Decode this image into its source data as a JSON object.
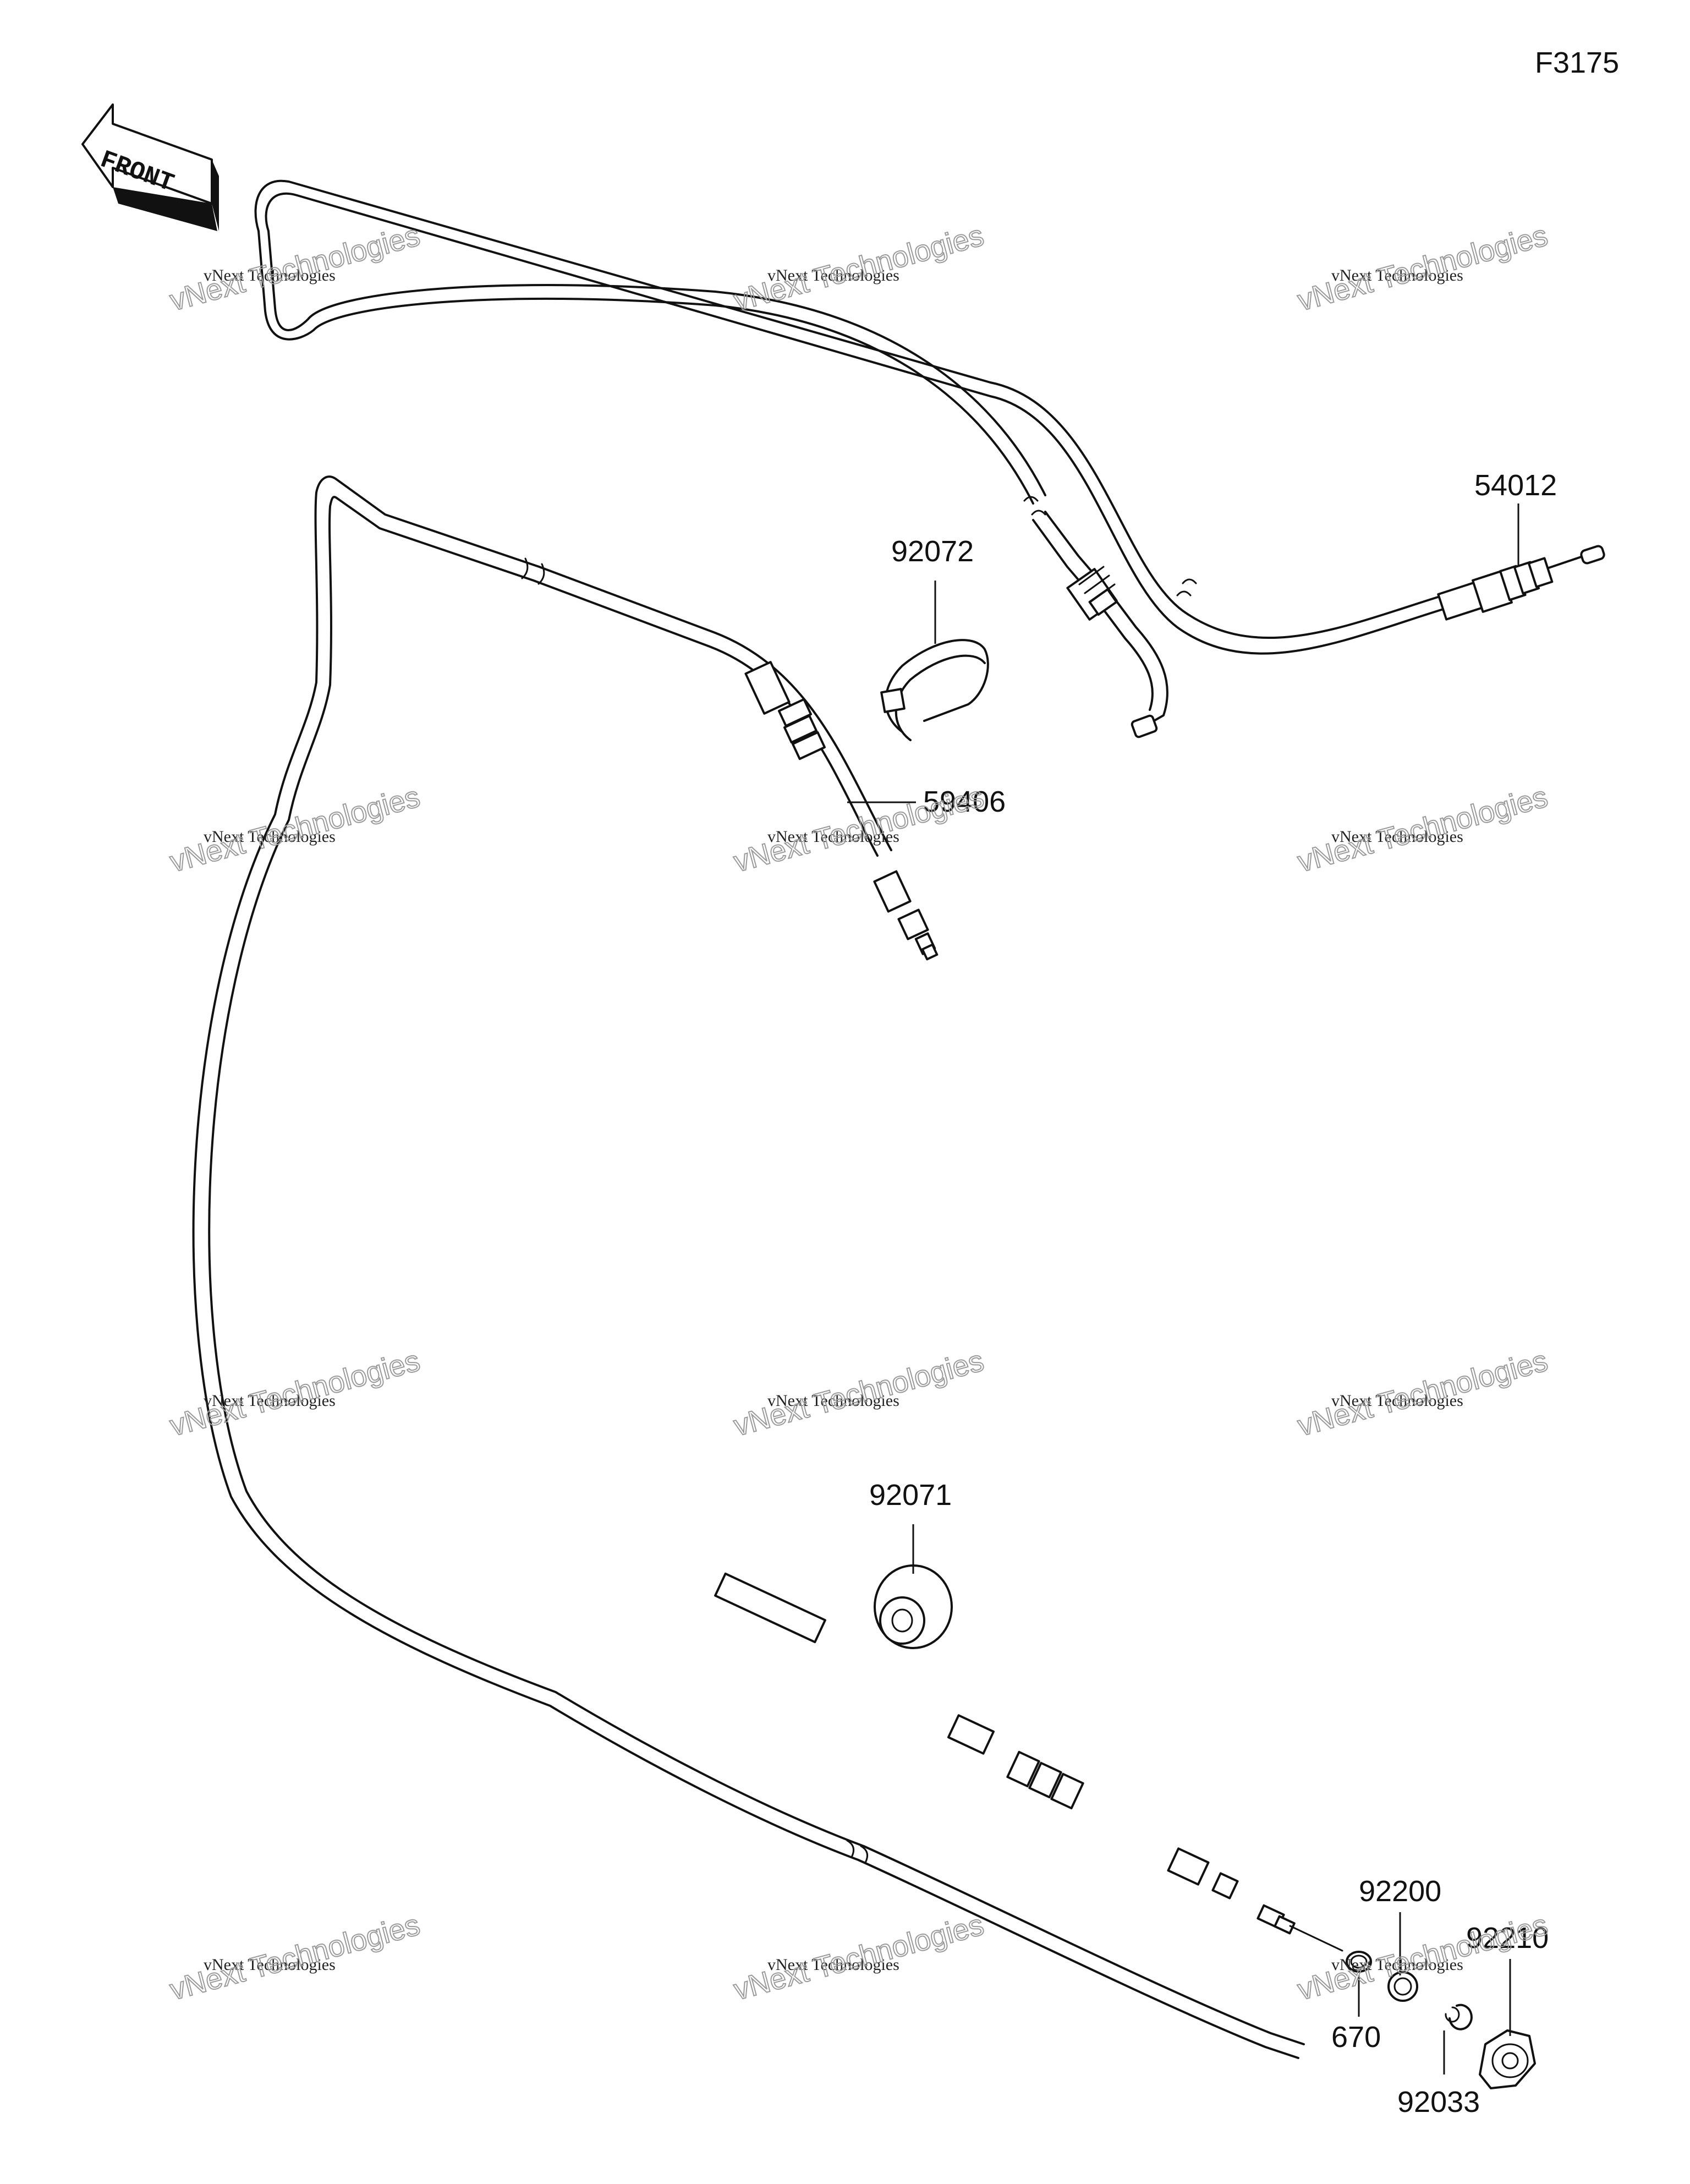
{
  "diagram_code": "F3175",
  "front_label": "FRONT",
  "part_labels": {
    "p54012": "54012",
    "p92072": "92072",
    "p59406": "59406",
    "p92071": "92071",
    "p92200": "92200",
    "p92210": "92210",
    "p670": "670",
    "p92033": "92033"
  },
  "watermark": {
    "line1": "vNext Technologies",
    "line2": "vNext Technologies"
  }
}
